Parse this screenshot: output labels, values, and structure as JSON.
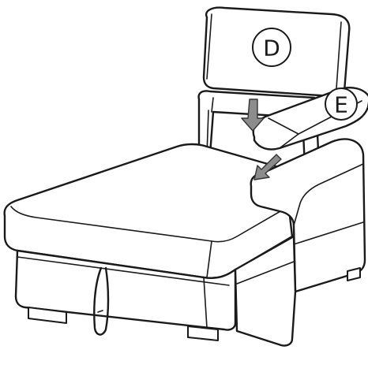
{
  "callouts": [
    {
      "id": "D",
      "label": "D"
    },
    {
      "id": "E",
      "label": "E"
    }
  ],
  "colors": {
    "line": "#1a1a1a",
    "arrow_fill": "#8c8c8c",
    "background": "#ffffff"
  },
  "icons": [
    "down-arrow-icon",
    "diagonal-arrow-icon"
  ]
}
